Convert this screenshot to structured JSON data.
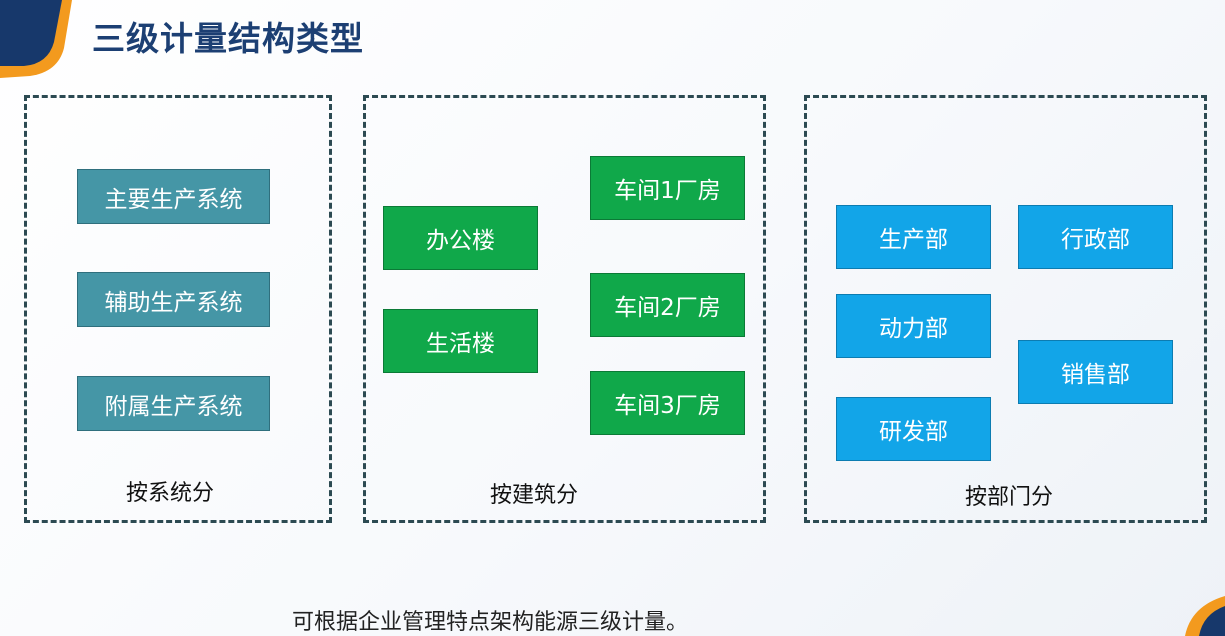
{
  "title": "三级计量结构类型",
  "panels": [
    {
      "label": "按系统分",
      "boxes": [
        "主要生产系统",
        "辅助生产系统",
        "附属生产系统"
      ]
    },
    {
      "label": "按建筑分",
      "boxes": [
        "办公楼",
        "生活楼",
        "车间1厂房",
        "车间2厂房",
        "车间3厂房"
      ]
    },
    {
      "label": "按部门分",
      "boxes": [
        "生产部",
        "动力部",
        "研发部",
        "行政部",
        "销售部"
      ]
    }
  ],
  "note": "可根据企业管理特点架构能源三级计量。",
  "colors": {
    "title": "#1c3f73",
    "system_box": "#4596a6",
    "building_box": "#10a84a",
    "department_box": "#12a5e8",
    "border": "#2c4a52",
    "accent_orange": "#f39a1e",
    "accent_navy": "#17386b"
  }
}
